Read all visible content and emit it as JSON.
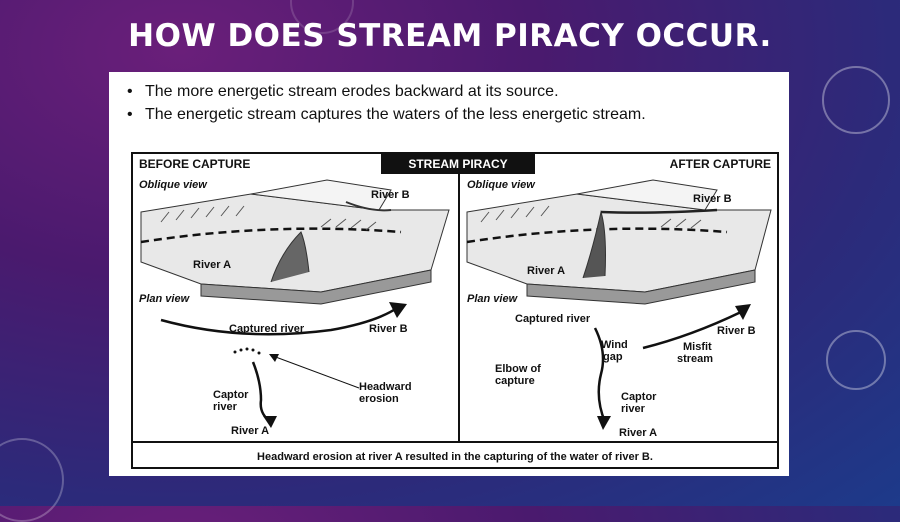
{
  "slide": {
    "title": "HOW DOES STREAM PIRACY OCCUR.",
    "bullets": [
      "The more energetic stream erodes backward at its source.",
      "The energetic stream captures the waters of the less energetic stream."
    ]
  },
  "diagram": {
    "header_left": "BEFORE CAPTURE",
    "header_center": "STREAM PIRACY",
    "header_right": "AFTER CAPTURE",
    "before": {
      "oblique_view": "Oblique view",
      "river_b": "River B",
      "river_a": "River A",
      "plan_view": "Plan view",
      "captured_river": "Captured river",
      "plan_river_b": "River B",
      "headward_1": "Headward",
      "headward_2": "erosion",
      "captor_1": "Captor",
      "captor_2": "river",
      "plan_river_a": "River A"
    },
    "after": {
      "oblique_view": "Oblique view",
      "river_b": "River B",
      "river_a": "River A",
      "plan_view": "Plan view",
      "captured_river": "Captured river",
      "plan_river_b": "River B",
      "wind_1": "Wind",
      "wind_2": "gap",
      "misfit_1": "Misfit",
      "misfit_2": "stream",
      "elbow_1": "Elbow of",
      "elbow_2": "capture",
      "captor_1": "Captor",
      "captor_2": "river",
      "plan_river_a": "River A"
    },
    "caption": "Headward erosion at river A resulted in the capturing of the water of river B."
  }
}
